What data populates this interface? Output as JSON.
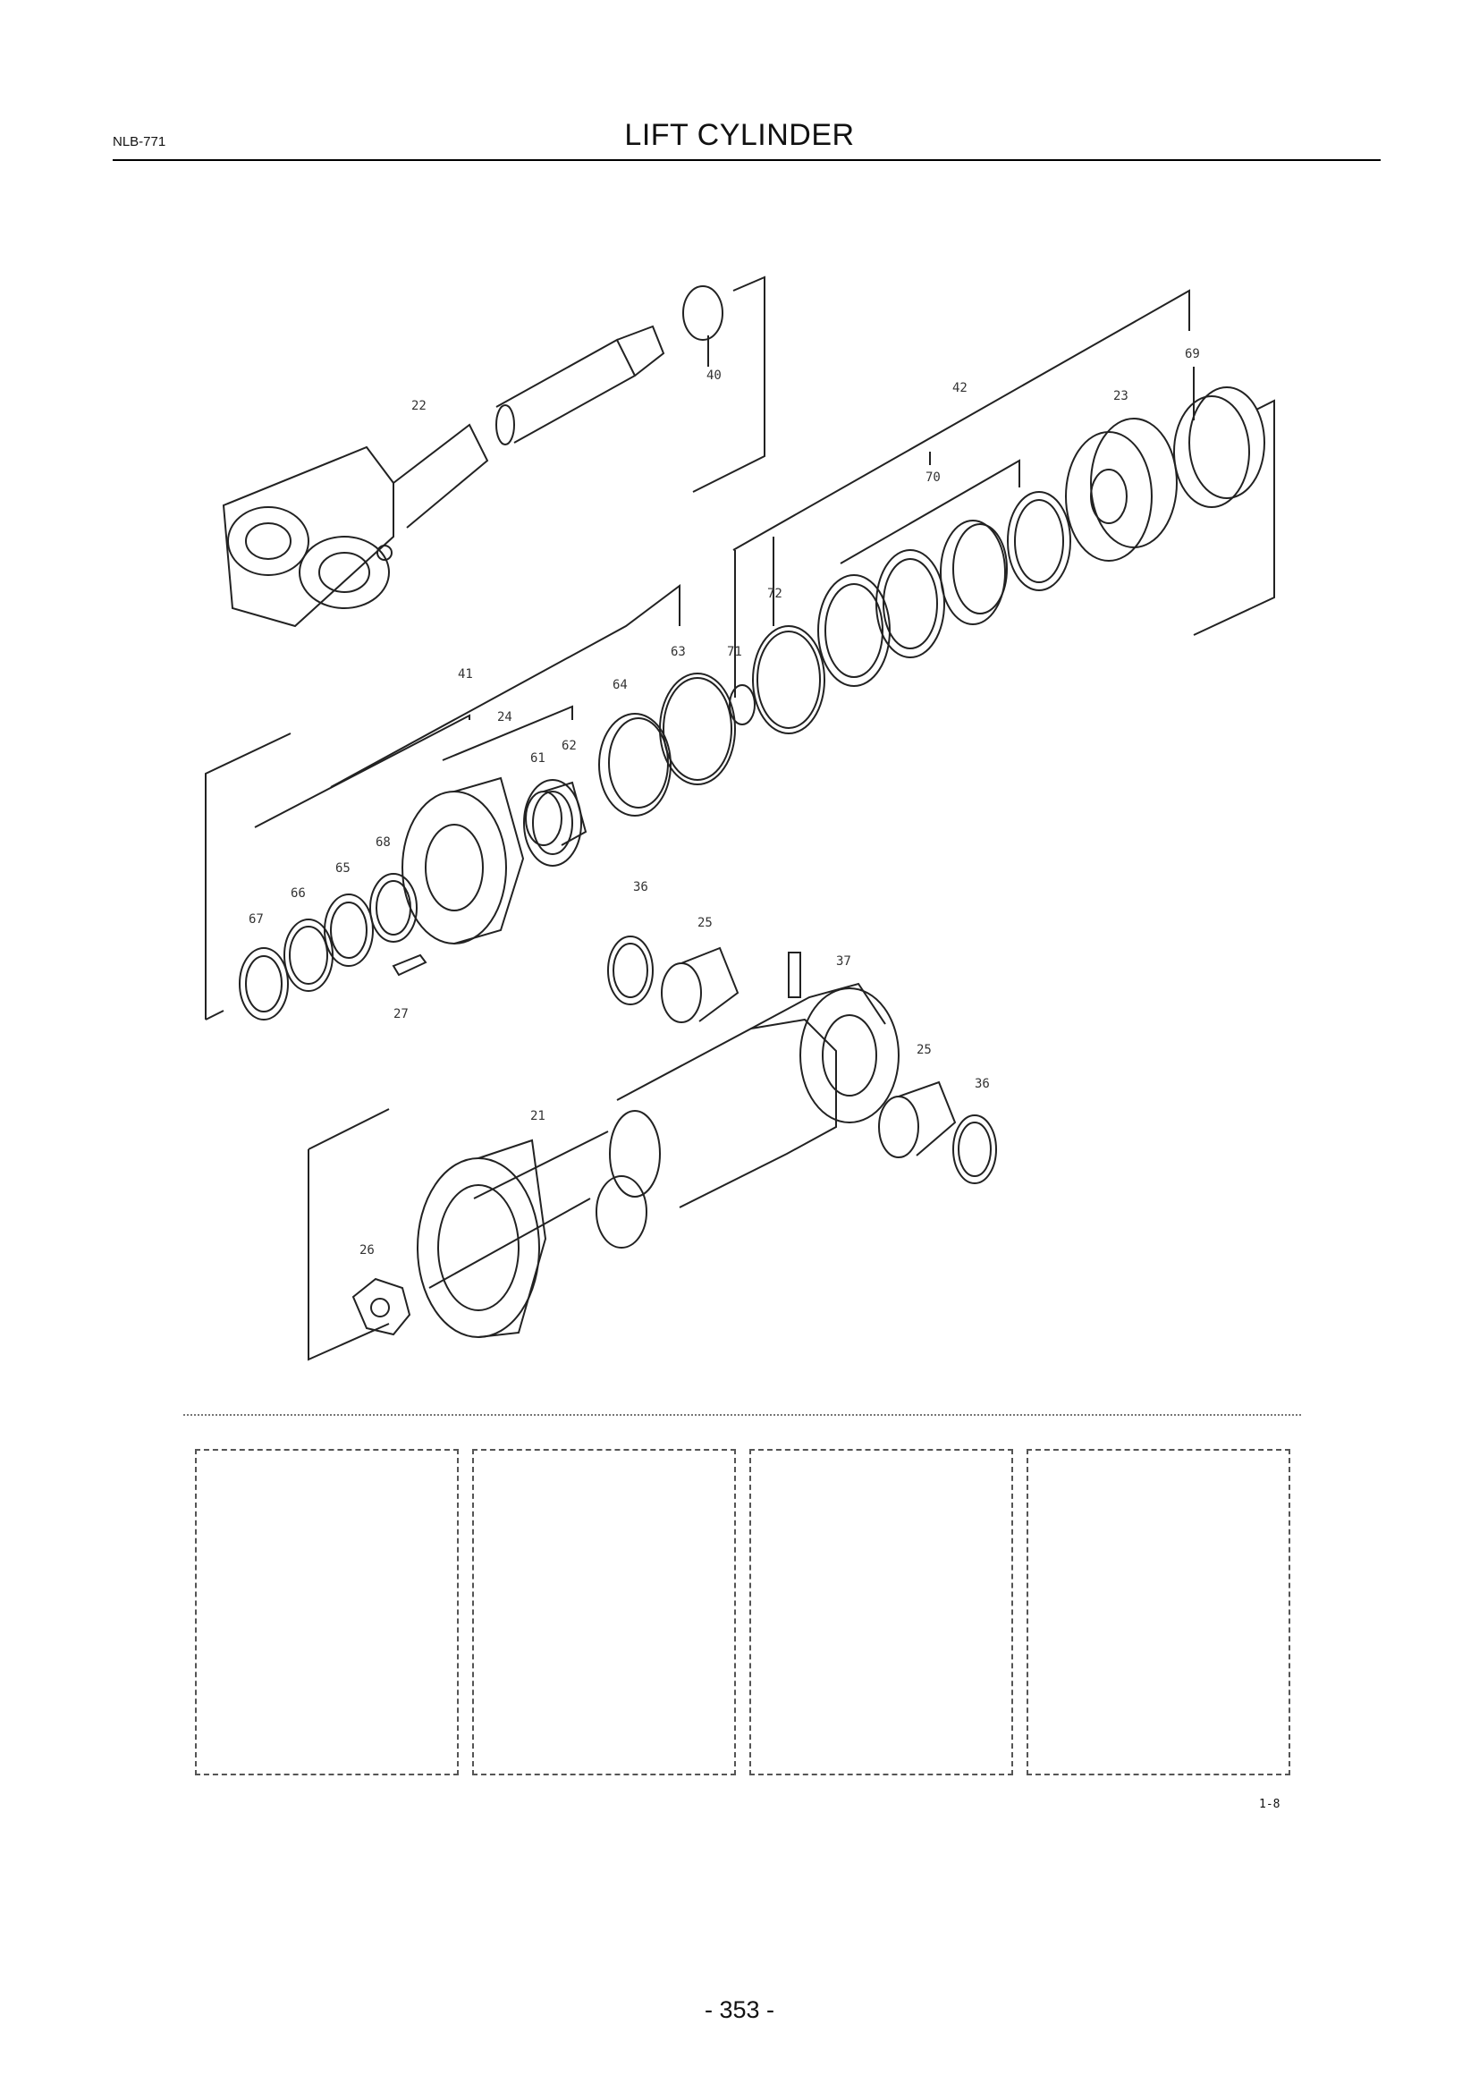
{
  "header": {
    "doc_code": "NLB-771",
    "title": "LIFT CYLINDER"
  },
  "callouts": {
    "c40": "40",
    "c22": "22",
    "c69": "69",
    "c42": "42",
    "c23": "23",
    "c70": "70",
    "c72": "72",
    "c63": "63",
    "c71": "71",
    "c64": "64",
    "c41": "41",
    "c24": "24",
    "c61": "61",
    "c62": "62",
    "c68": "68",
    "c65": "65",
    "c66": "66",
    "c67": "67",
    "c27": "27",
    "c36a": "36",
    "c25a": "25",
    "c37": "37",
    "c25b": "25",
    "c36b": "36",
    "c21": "21",
    "c26": "26"
  },
  "figure_ref": "1-8",
  "footer": {
    "page_number": "- 353 -"
  }
}
